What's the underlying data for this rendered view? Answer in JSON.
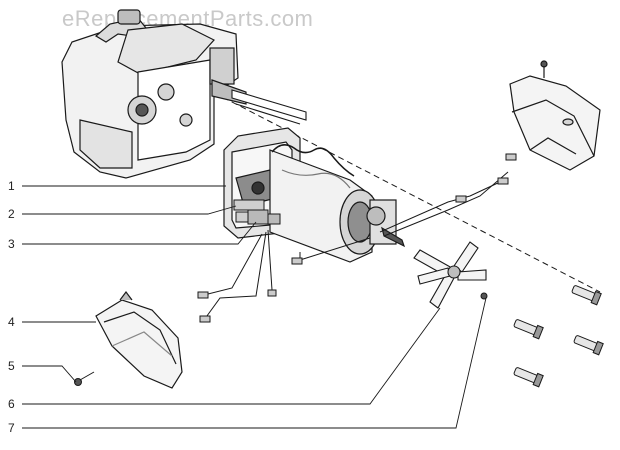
{
  "watermark": "eReplacementParts.com",
  "callouts": [
    {
      "label": "1",
      "target": "motor-end-bell"
    },
    {
      "label": "2",
      "target": "motor-bracket"
    },
    {
      "label": "3",
      "target": "brush-holder"
    },
    {
      "label": "4",
      "target": "lower-shroud"
    },
    {
      "label": "5",
      "target": "shroud-screw"
    },
    {
      "label": "6",
      "target": "cooling-fan"
    },
    {
      "label": "7",
      "target": "fan-screw"
    }
  ],
  "colors": {
    "line": "#1a1a1a",
    "fill_light": "#f2f2f2",
    "fill_mid": "#bdbdbd",
    "fill_dark": "#555555",
    "watermark": "#c9c9c9"
  }
}
